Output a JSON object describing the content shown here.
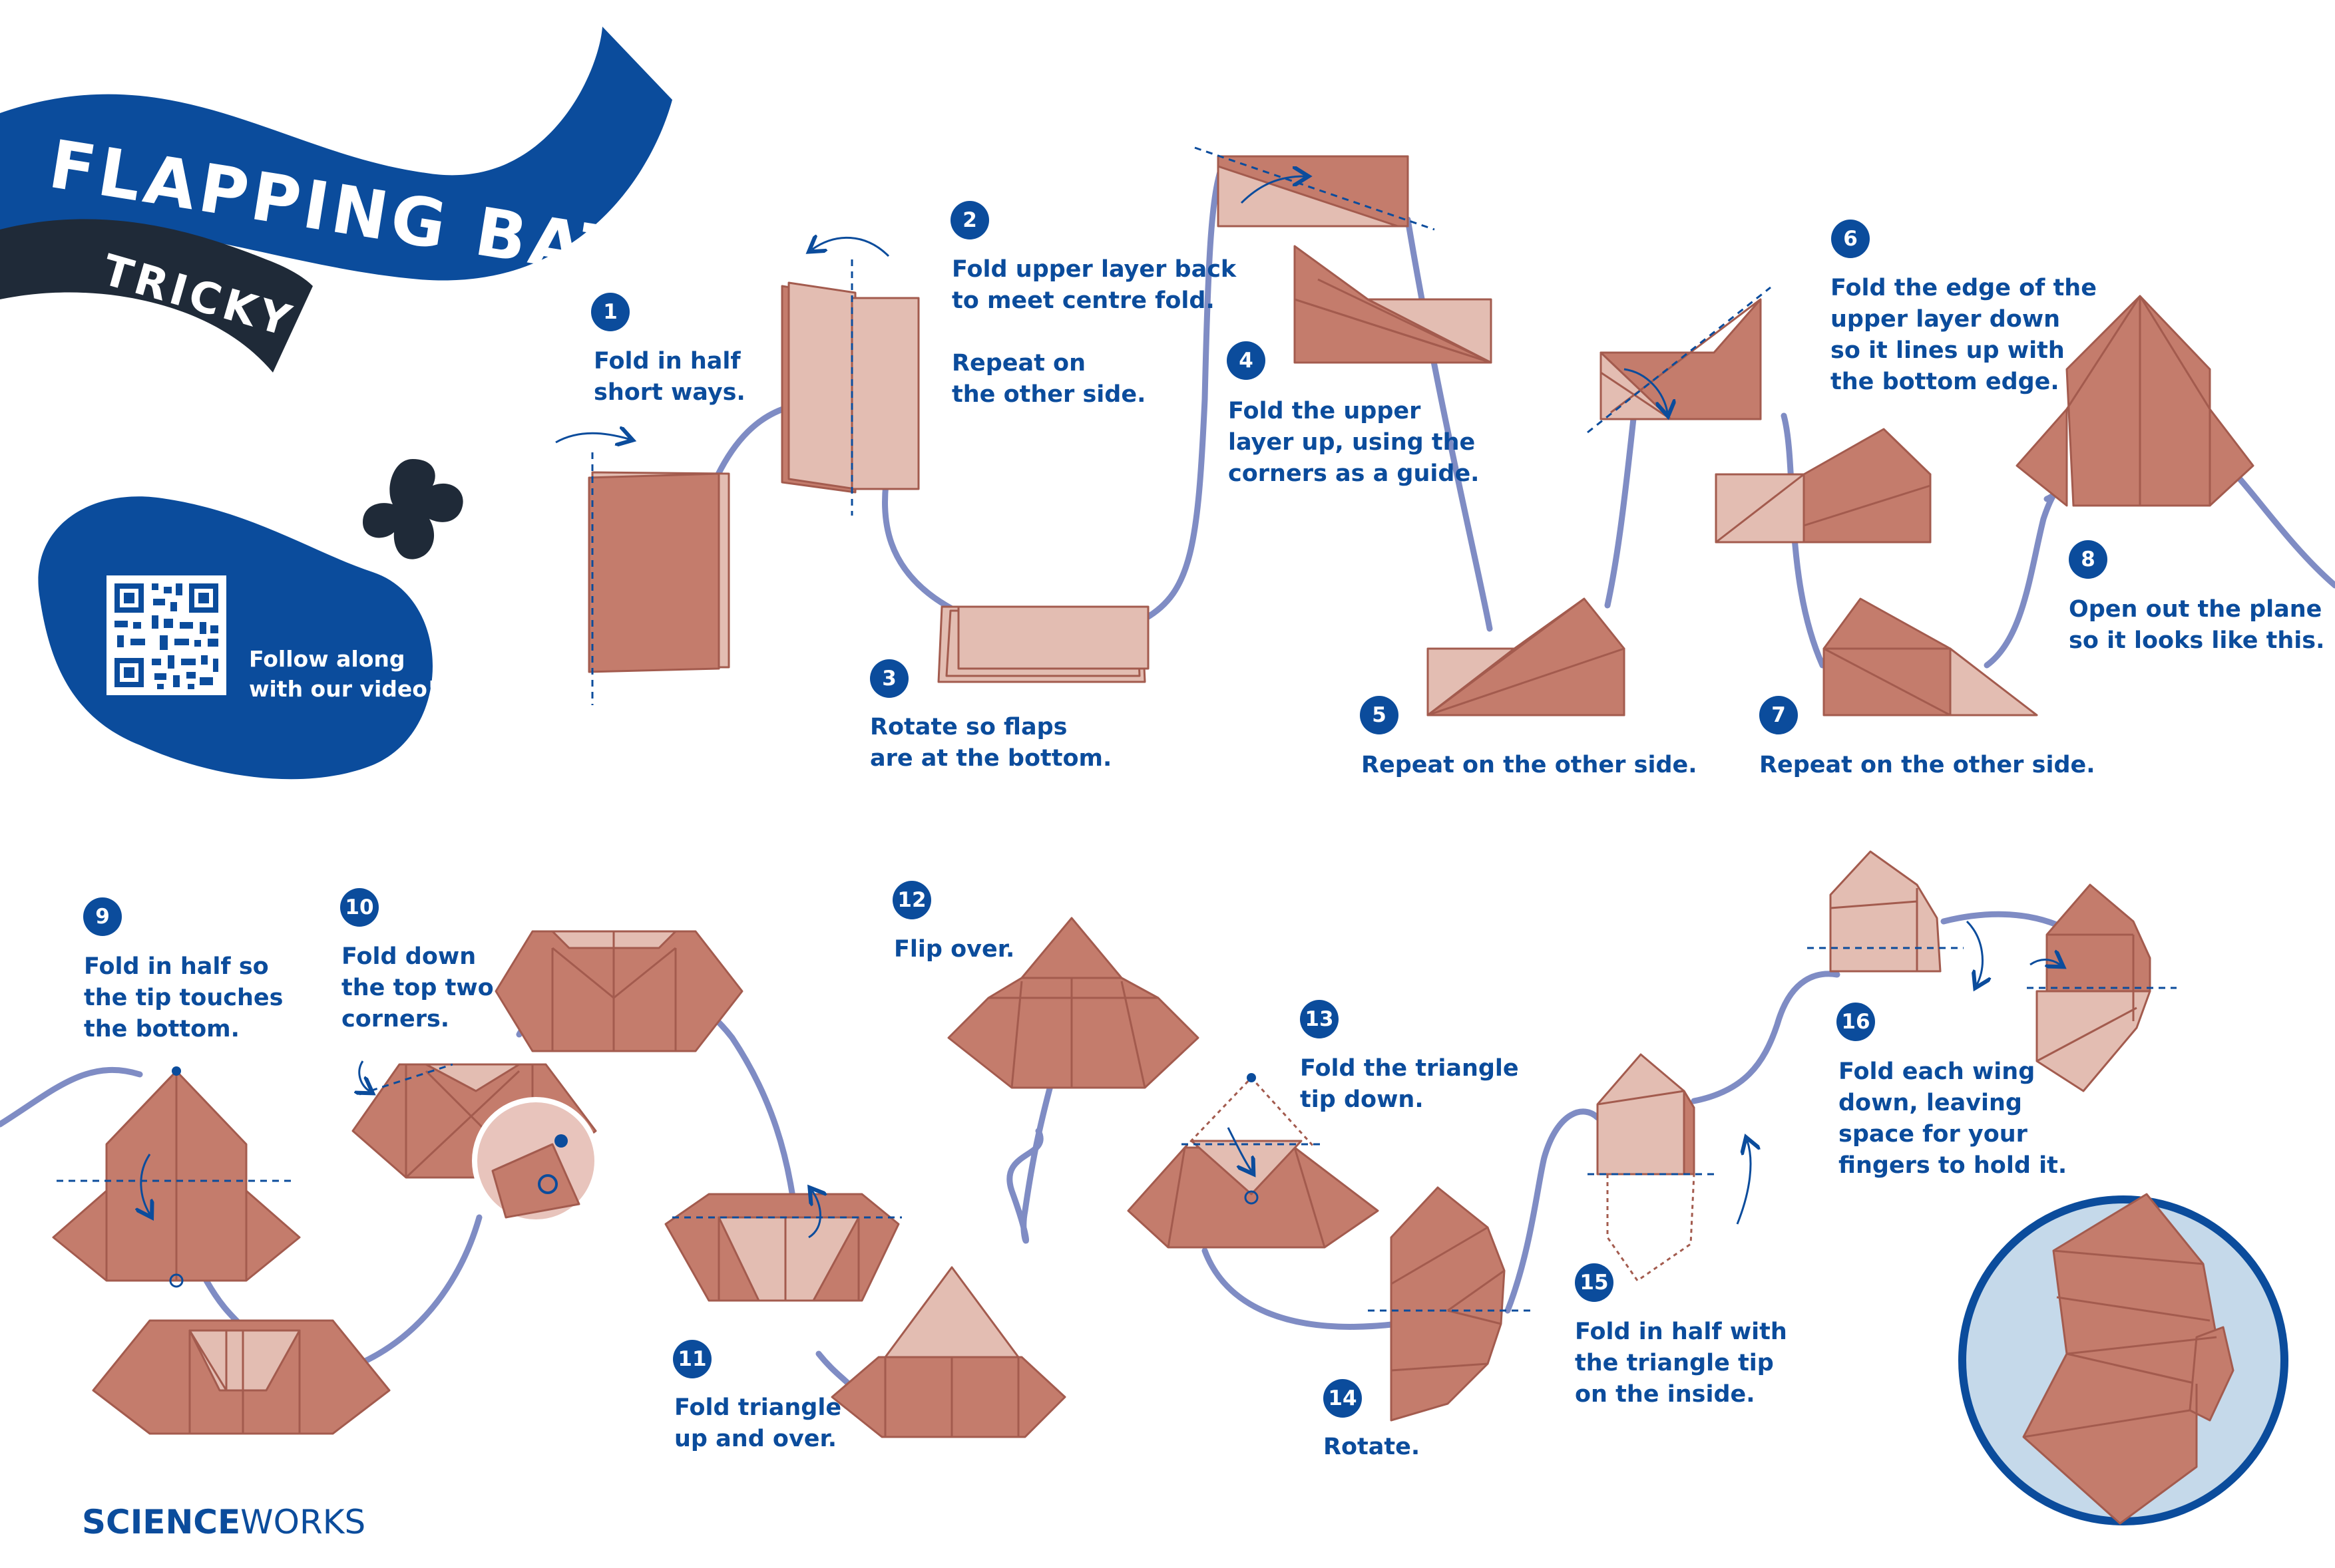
{
  "title": "FLAPPING BAT",
  "difficulty": "TRICKY",
  "video_prompt": "Follow along\nwith our video!",
  "brand": {
    "bold": "SCIENCE",
    "regular": "WORKS"
  },
  "colors": {
    "brand_blue": "#0b4c9c",
    "dark_navy": "#1f2a38",
    "path_lilac": "#7f8cc4",
    "paper_dark": "#c47c6c",
    "paper_light": "#e3bdb2",
    "paper_edge": "#a35b4e",
    "ring_fill": "#c5d9ea"
  },
  "steps": [
    {
      "n": "1",
      "text": "Fold in half\nshort ways."
    },
    {
      "n": "2",
      "text": "Fold upper layer back\nto meet centre fold.",
      "extra_bold": "Repeat",
      "extra_rest": " on\nthe other side."
    },
    {
      "n": "3",
      "text": "Rotate so flaps\nare at the bottom."
    },
    {
      "n": "4",
      "text": "Fold the upper\nlayer up, using the\ncorners as a guide."
    },
    {
      "n": "5",
      "text": "Repeat on the other side."
    },
    {
      "n": "6",
      "text_a": "Fold the edge of the\n",
      "text_bold": "upper layer",
      "text_b": " down\nso it lines up with\nthe bottom edge."
    },
    {
      "n": "7",
      "text": "Repeat on the other side."
    },
    {
      "n": "8",
      "text": "Open out the plane\nso it looks like this."
    },
    {
      "n": "9",
      "text": "Fold in half so\nthe tip touches\nthe bottom."
    },
    {
      "n": "10",
      "text": "Fold down\nthe top two\ncorners."
    },
    {
      "n": "11",
      "text": "Fold triangle\nup and over."
    },
    {
      "n": "12",
      "text": "Flip over."
    },
    {
      "n": "13",
      "text": "Fold the triangle\ntip down."
    },
    {
      "n": "14",
      "text": "Rotate."
    },
    {
      "n": "15",
      "text": "Fold in half with\nthe triangle tip\non the inside."
    },
    {
      "n": "16",
      "text_a": "Fold each wing\ndown, ",
      "text_bold": "leaving\nspace",
      "text_b": " for your\nfingers to hold it."
    }
  ]
}
